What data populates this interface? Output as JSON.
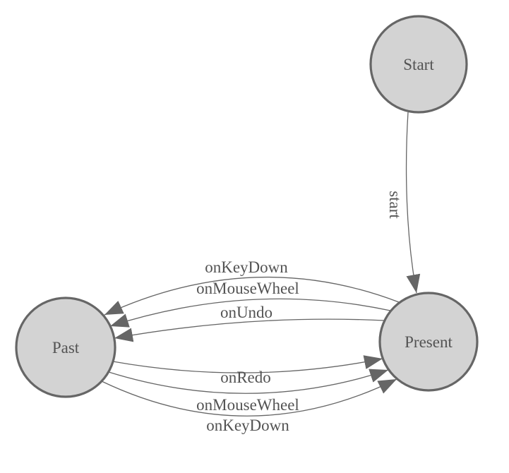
{
  "diagram": {
    "type": "state-machine",
    "nodes": {
      "start": {
        "label": "Start"
      },
      "past": {
        "label": "Past"
      },
      "present": {
        "label": "Present"
      }
    },
    "edges": {
      "start_to_present": {
        "label": "start",
        "from": "Start",
        "to": "Present"
      },
      "present_to_past": [
        {
          "label": "onKeyDown",
          "from": "Present",
          "to": "Past"
        },
        {
          "label": "onMouseWheel",
          "from": "Present",
          "to": "Past"
        },
        {
          "label": "onUndo",
          "from": "Present",
          "to": "Past"
        }
      ],
      "past_to_present": [
        {
          "label": "onRedo",
          "from": "Past",
          "to": "Present"
        },
        {
          "label": "onMouseWheel",
          "from": "Past",
          "to": "Present"
        },
        {
          "label": "onKeyDown",
          "from": "Past",
          "to": "Present"
        }
      ]
    },
    "colors": {
      "node_fill": "#d3d3d3",
      "node_stroke": "#666666",
      "edge_stroke": "#666666",
      "arrowhead": "#666666",
      "text": "#535353",
      "background": "#ffffff"
    }
  }
}
